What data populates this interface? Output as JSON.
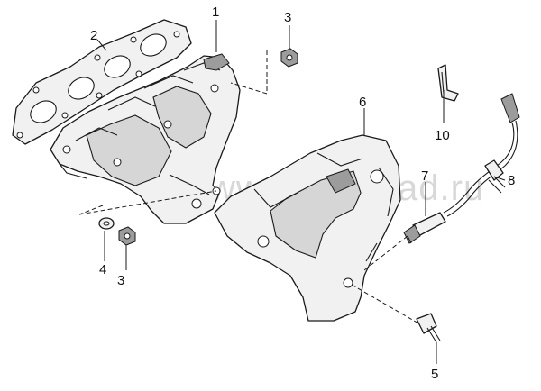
{
  "watermark": "www.gmsklad.ru",
  "callouts": [
    {
      "id": "c1",
      "label": "1"
    },
    {
      "id": "c2",
      "label": "2"
    },
    {
      "id": "c3a",
      "label": "3"
    },
    {
      "id": "c3b",
      "label": "3"
    },
    {
      "id": "c4",
      "label": "4"
    },
    {
      "id": "c5",
      "label": "5"
    },
    {
      "id": "c6",
      "label": "6"
    },
    {
      "id": "c7",
      "label": "7"
    },
    {
      "id": "c8",
      "label": "8"
    },
    {
      "id": "c10",
      "label": "10"
    }
  ]
}
